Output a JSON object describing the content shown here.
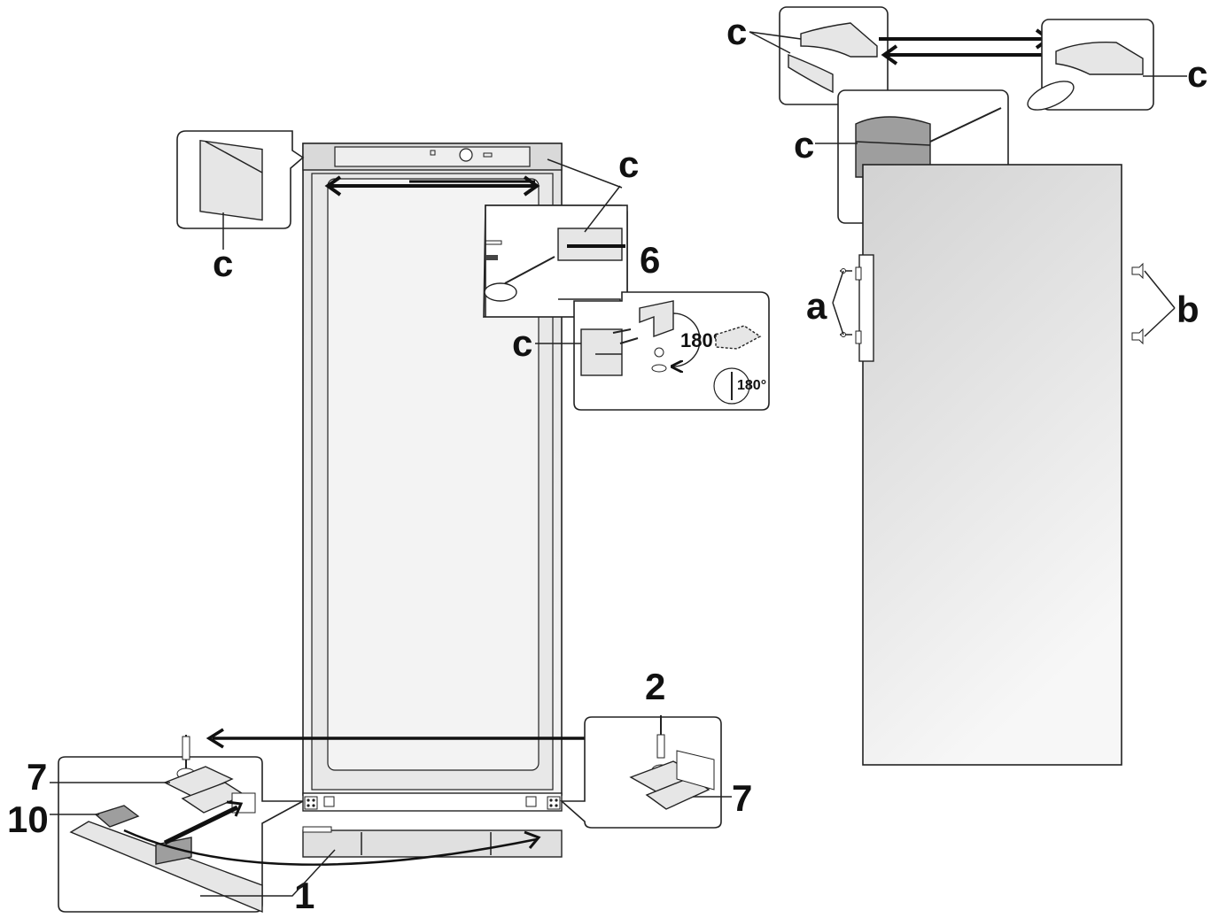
{
  "labels": {
    "c": "c",
    "a": "a",
    "b": "b",
    "n1": "1",
    "n2": "2",
    "n6": "6",
    "n7": "7",
    "n10": "10",
    "deg180": "180°"
  },
  "colors": {
    "line": "#222222",
    "panel_fill": "#ffffff",
    "part_fill": "#e6e6e6",
    "door_fill_top": "#d4d4d4",
    "door_fill_bottom": "#f6f6f6",
    "arrow": "#111111"
  }
}
